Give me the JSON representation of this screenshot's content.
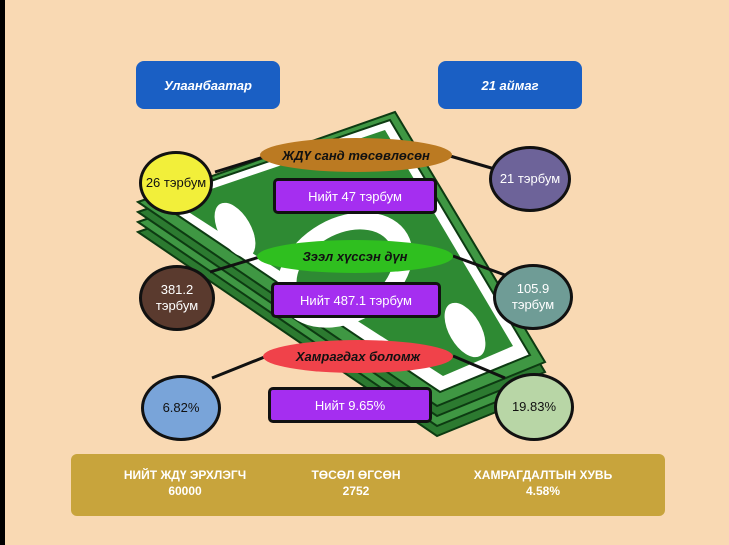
{
  "headers": {
    "left": "Улаанбаатар",
    "right": "21 аймаг"
  },
  "rows": [
    {
      "label": "ЖДҮ санд төсөвлөсөн",
      "label_color": "#bb7a22",
      "left": "26 тэрбум",
      "left_color": "#f2ef3a",
      "right": "21 тэрбум",
      "right_color": "#6d6399",
      "total": "Нийт 47 тэрбум"
    },
    {
      "label": "Зээл хүссэн дүн",
      "label_color": "#2fbf1f",
      "left": "381.2 тэрбум",
      "left_color": "#5a3a2e",
      "right": "105.9 тэрбум",
      "right_color": "#6f9c96",
      "total": "Нийт  487.1 тэрбум"
    },
    {
      "label": "Хамрагдах боломж",
      "label_color": "#f0424a",
      "left": "6.82%",
      "left_color": "#79a4d9",
      "right": "19.83%",
      "right_color": "#b8d6a6",
      "total": "Нийт   9.65%"
    }
  ],
  "footer": {
    "stats": [
      {
        "label": "НИЙТ ЖДҮ ЭРХЛЭГЧ",
        "value": "60000"
      },
      {
        "label": "ТӨСӨЛ ӨГСӨН",
        "value": "2752"
      },
      {
        "label": "ХАМРАГДАЛТЫН ХУВЬ",
        "value": "4.58%"
      }
    ]
  },
  "decoration": {
    "money_icon": "money-stack-icon",
    "money_color": "#2a7a2e"
  }
}
